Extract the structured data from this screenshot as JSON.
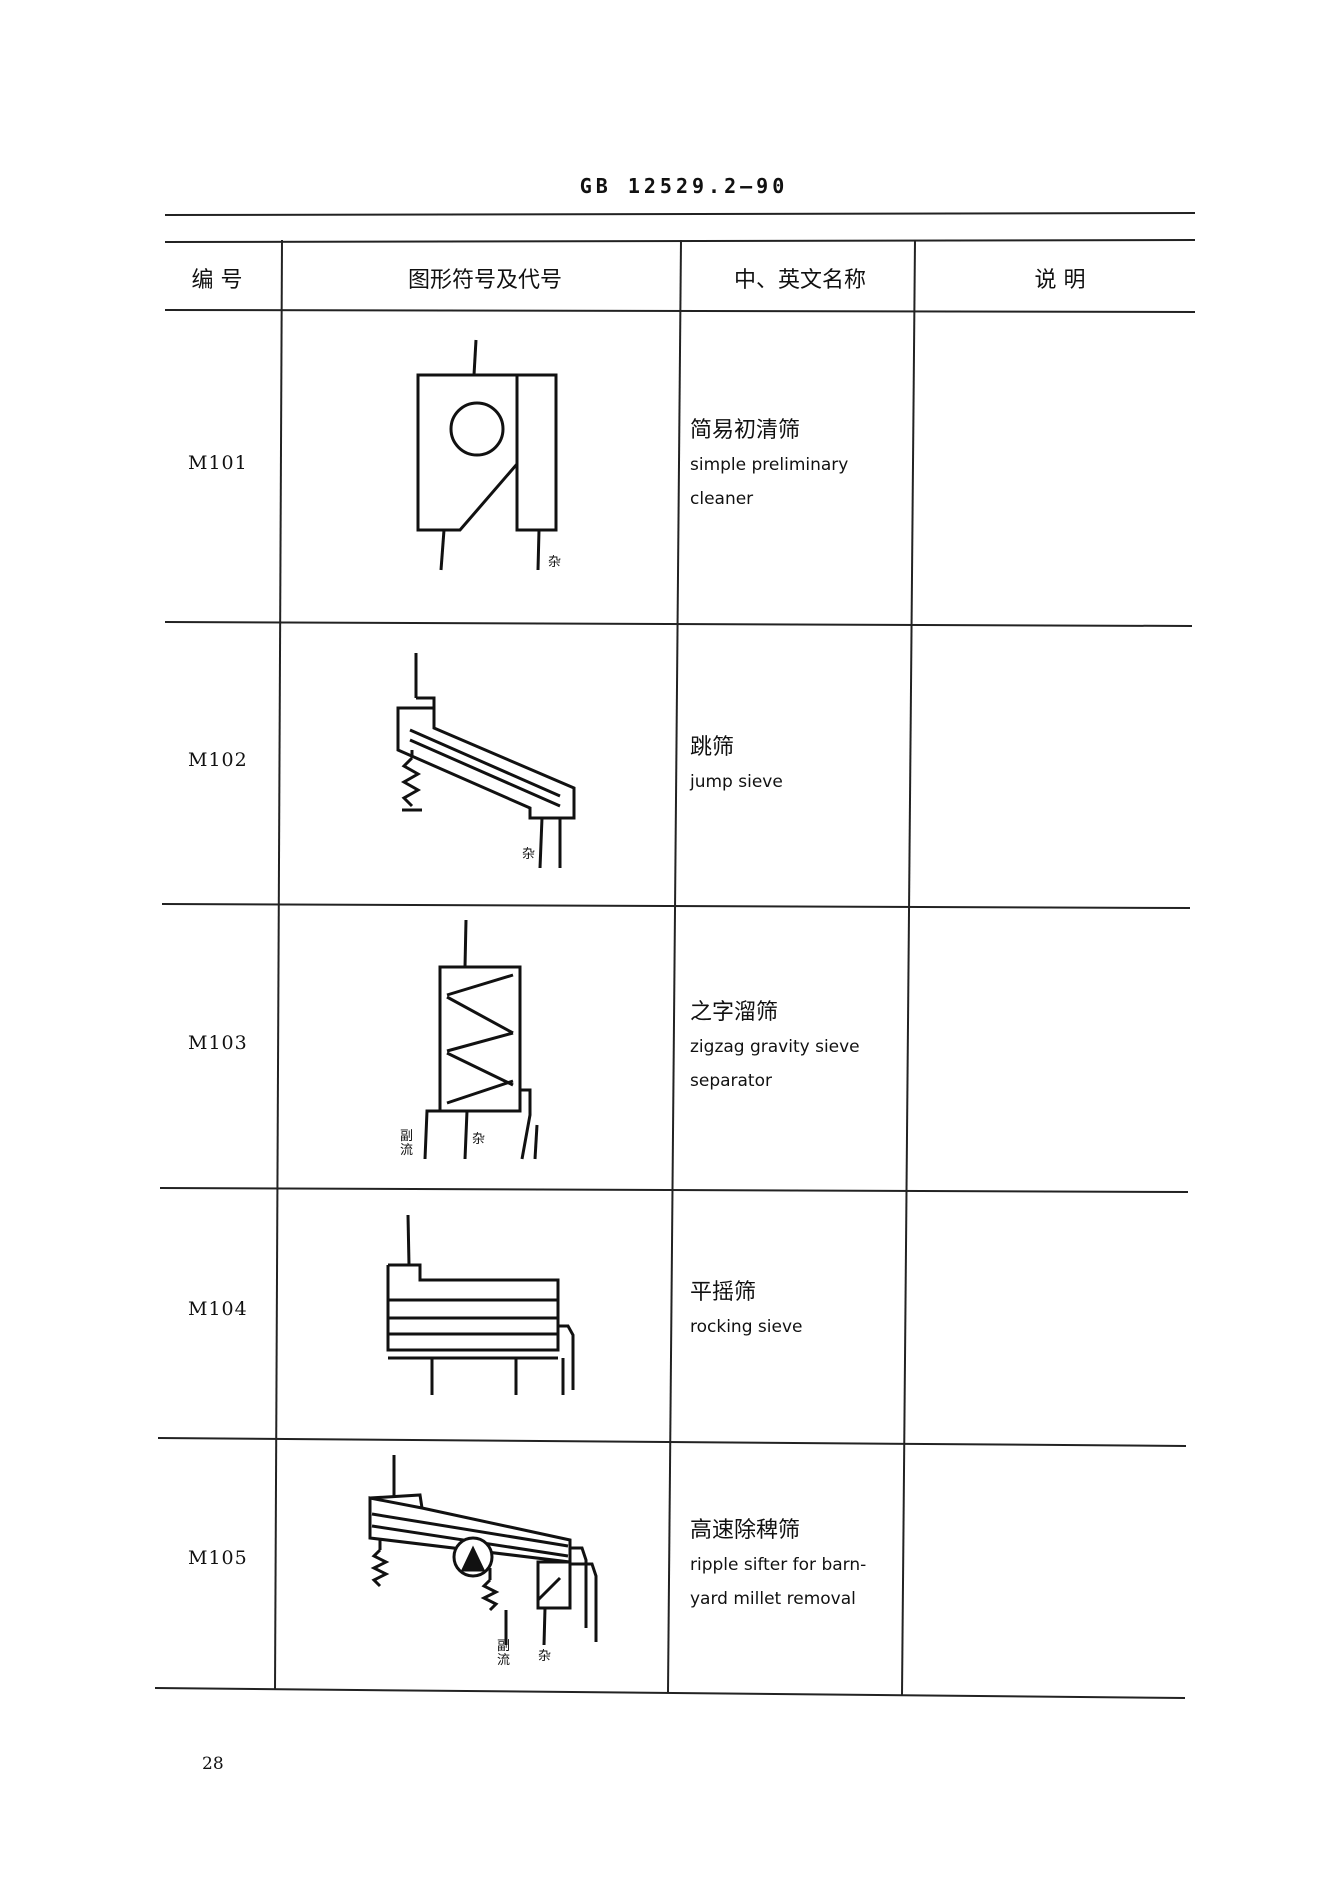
{
  "header": {
    "standard": "GB 12529.2—90"
  },
  "table": {
    "columns": [
      "编  号",
      "图形符号及代号",
      "中、英文名称",
      "说  明"
    ],
    "rows": [
      {
        "code": "M101",
        "name_cn": "简易初清筛",
        "name_en": [
          "simple preliminary",
          "cleaner"
        ],
        "labels": [
          "杂"
        ]
      },
      {
        "code": "M102",
        "name_cn": "跳筛",
        "name_en": [
          "jump sieve"
        ],
        "labels": [
          "杂"
        ]
      },
      {
        "code": "M103",
        "name_cn": "之字溜筛",
        "name_en": [
          "zigzag gravity sieve",
          "separator"
        ],
        "labels": [
          "副流",
          "杂"
        ]
      },
      {
        "code": "M104",
        "name_cn": "平摇筛",
        "name_en": [
          "rocking sieve"
        ],
        "labels": []
      },
      {
        "code": "M105",
        "name_cn": "高速除稗筛",
        "name_en": [
          "ripple sifter for barn-",
          "yard millet removal"
        ],
        "labels": [
          "副流",
          "杂"
        ]
      }
    ]
  },
  "page_number": "28"
}
